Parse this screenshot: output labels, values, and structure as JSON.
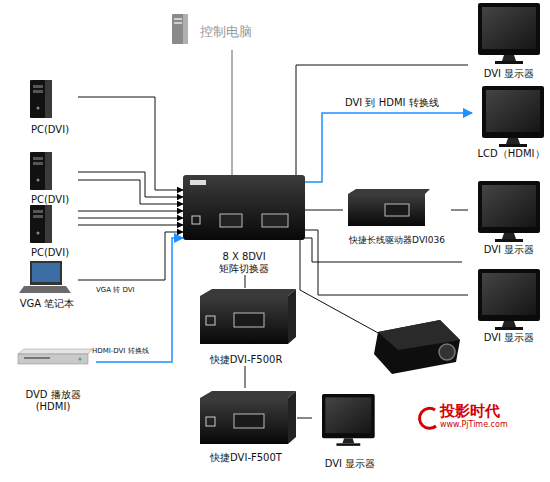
{
  "diagram": {
    "nodes": [
      {
        "text": [
          "控制电脑"
        ]
      },
      {
        "text": [
          "PC(DVI)"
        ]
      },
      {
        "text": [
          "PC(DVI)"
        ]
      },
      {
        "text": [
          "PC(DVI)"
        ]
      },
      {
        "text": [
          "VGA 笔记本"
        ]
      },
      {
        "text": [
          "DVD 播放器 (HDMI)"
        ]
      },
      {
        "text": [
          "8 X 8DVI 矩阵切换器"
        ]
      },
      {
        "text": [
          "快捷DVI-F500R"
        ]
      },
      {
        "text": [
          "快捷DVI-F500T"
        ]
      },
      {
        "text": [
          "DVI 显示器"
        ]
      },
      {
        "text": [
          "LCD（HDMI）"
        ]
      },
      {
        "text": [
          "快捷长线驱动器DVI036"
        ]
      },
      {
        "text": [
          "DVI 显示器"
        ]
      },
      {
        "text": [
          "DVI 显示器"
        ]
      },
      {
        "text": [
          "DVI 显示器"
        ]
      }
    ],
    "edges": [
      {
        "from": 0,
        "to": 6,
        "arrow": "none"
      },
      {
        "from": 1,
        "to": 6,
        "arrow": "to"
      },
      {
        "from": 2,
        "to": 6,
        "arrow": "to"
      },
      {
        "from": 2,
        "to": 6,
        "arrow": "to"
      },
      {
        "from": 3,
        "to": 6,
        "arrow": "to"
      },
      {
        "from": 3,
        "to": 6,
        "arrow": "to"
      },
      {
        "from": 3,
        "to": 6,
        "arrow": "to"
      },
      {
        "from": 4,
        "to": 6,
        "label": "VGA 转 DVI",
        "arrow": "to"
      },
      {
        "from": 5,
        "to": 6,
        "label": "HDMI-DVI 转换线",
        "arrow": "to"
      },
      {
        "from": 6,
        "to": 7,
        "arrow": "none"
      },
      {
        "from": 7,
        "to": 8,
        "arrow": "none"
      },
      {
        "from": 8,
        "to": 14,
        "arrow": "none"
      },
      {
        "from": 6,
        "to": 9,
        "arrow": "none"
      },
      {
        "from": 6,
        "to": 10,
        "label": "DVI 到 HDMI 转换线",
        "arrow": "to"
      },
      {
        "from": 6,
        "to": 11,
        "arrow": "none"
      },
      {
        "from": 11,
        "to": 12,
        "arrow": "none"
      },
      {
        "from": 6,
        "to": 13,
        "arrow": "none"
      }
    ],
    "labels": [
      "投影时代",
      "www.PjTime.com"
    ]
  }
}
